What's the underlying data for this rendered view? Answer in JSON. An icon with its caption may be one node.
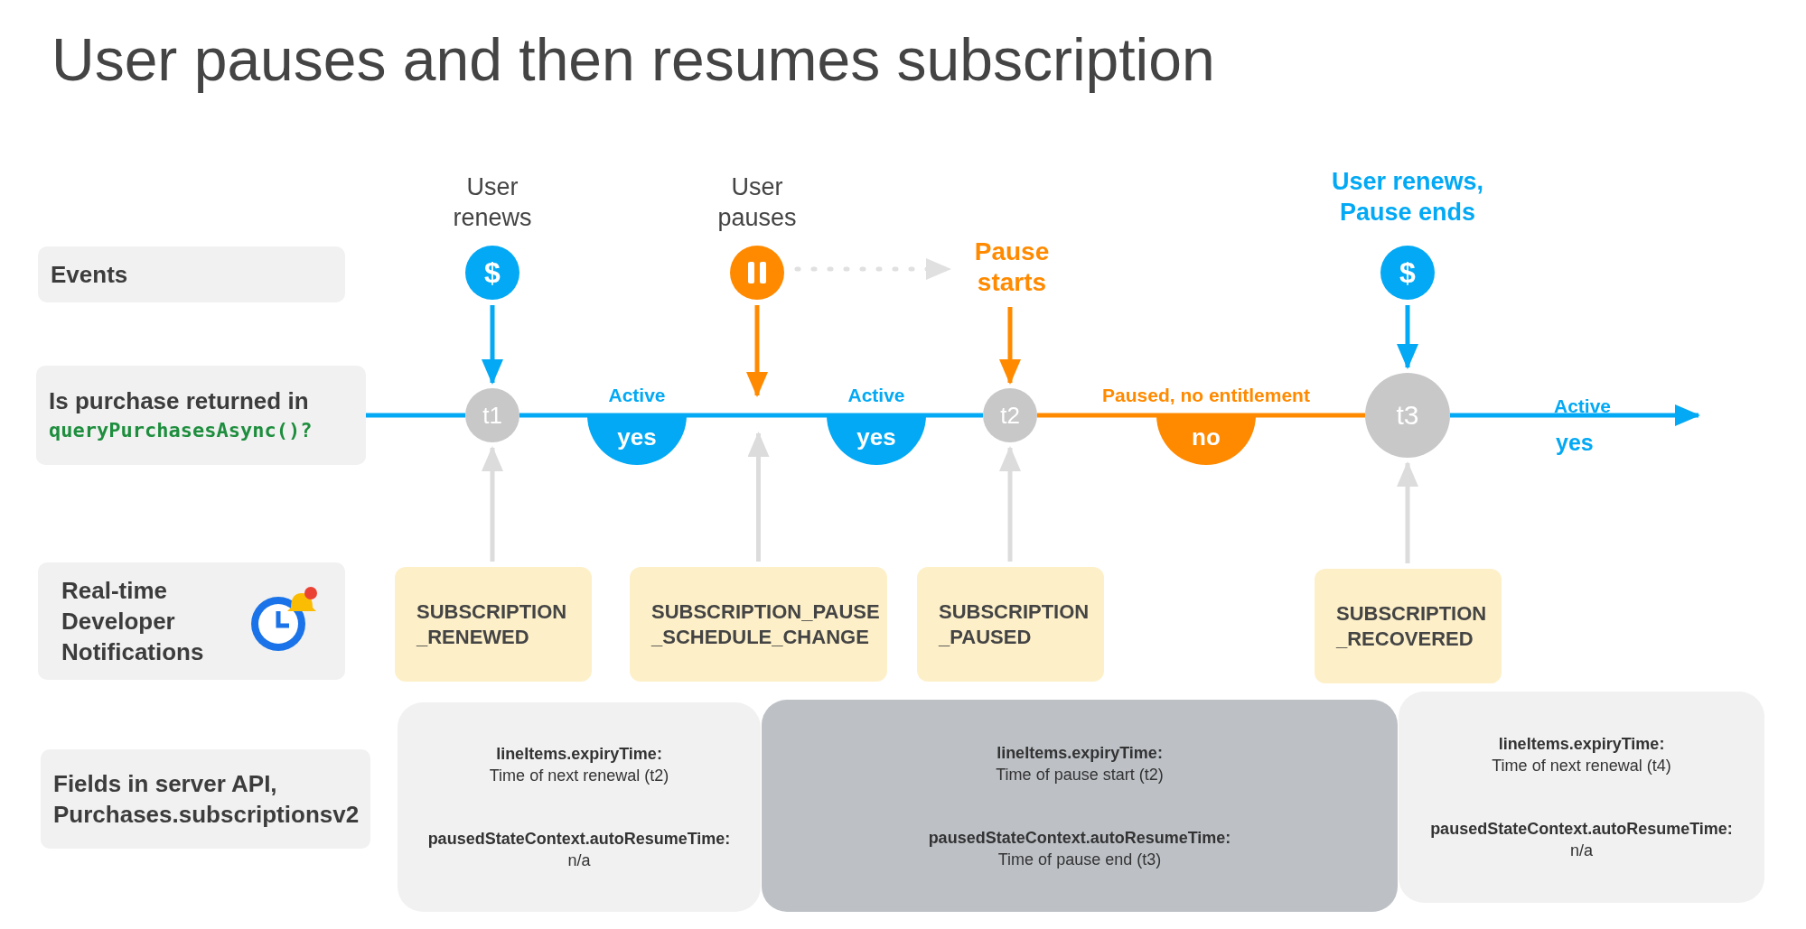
{
  "diagram": {
    "title": "User pauses and then resumes subscription",
    "nodes": [
      {
        "text": [
          "Events"
        ]
      },
      {
        "text": [
          "Is purchase returned in",
          "queryPurchasesAsync()?"
        ]
      },
      {
        "text": [
          "Real-time Developer Notifications"
        ]
      },
      {
        "text": [
          "Fields in server API, Purchases.subscriptionsv2"
        ]
      },
      {
        "text": [
          "$"
        ],
        "beside": [
          "User renews"
        ]
      },
      {
        "text": [],
        "shape": "circle",
        "beside": [
          "User pauses"
        ]
      },
      {
        "text": [
          "Pause starts"
        ]
      },
      {
        "text": [
          "$"
        ],
        "beside": [
          "User renews, Pause ends"
        ]
      },
      {
        "text": [
          "t1"
        ]
      },
      {
        "text": [
          "yes"
        ],
        "beside": [
          "Active"
        ]
      },
      {
        "text": [
          "yes"
        ],
        "beside": [
          "Active"
        ]
      },
      {
        "text": [
          "t2"
        ]
      },
      {
        "text": [
          "no"
        ],
        "beside": [
          "Paused, no entitlement"
        ]
      },
      {
        "text": [
          "t3"
        ]
      },
      {
        "text": [
          "SUBSCRIPTION _RENEWED"
        ]
      },
      {
        "text": [
          "SUBSCRIPTION_PAUSE _SCHEDULE_CHANGE"
        ]
      },
      {
        "text": [
          "SUBSCRIPTION _PAUSED"
        ]
      },
      {
        "text": [
          "SUBSCRIPTION _RECOVERED"
        ]
      },
      {
        "text": [
          "lineItems.expiryTime:",
          "Time of next renewal (t2)",
          "pausedStateContext.autoResumeTime:",
          "n/a"
        ]
      },
      {
        "text": [
          "lineItems.expiryTime:",
          "Time of pause start (t2)",
          "pausedStateContext.autoResumeTime:",
          "Time of pause end (t3)"
        ]
      },
      {
        "text": [
          "lineItems.expiryTime:",
          "Time of next renewal (t4)",
          "pausedStateContext.autoResumeTime:",
          "n/a"
        ]
      }
    ],
    "edges": [
      {
        "from": 1,
        "to": 8,
        "arrow": "none",
        "color": "#03a9f4"
      },
      {
        "from": 8,
        "to": 11,
        "arrow": "none",
        "color": "#03a9f4"
      },
      {
        "from": 11,
        "to": 13,
        "arrow": "none",
        "color": "#ff8a00"
      },
      {
        "from": 13,
        "to": null,
        "arrow": "to",
        "color": "#03a9f4"
      },
      {
        "from": 4,
        "to": 8,
        "arrow": "to",
        "color": "#03a9f4"
      },
      {
        "from": 5,
        "to": null,
        "arrow": "to",
        "color": "#ff8a00"
      },
      {
        "from": 5,
        "to": 6,
        "arrow": "to",
        "style": "dashed",
        "color": "#e0e0e0"
      },
      {
        "from": 6,
        "to": 11,
        "arrow": "to",
        "color": "#ff8a00"
      },
      {
        "from": 7,
        "to": 13,
        "arrow": "to",
        "color": "#03a9f4"
      },
      {
        "from": 14,
        "to": 8,
        "arrow": "to",
        "color": "#dcdcdc"
      },
      {
        "from": 15,
        "to": null,
        "arrow": "to",
        "color": "#dcdcdc"
      },
      {
        "from": 16,
        "to": 11,
        "arrow": "to",
        "color": "#dcdcdc"
      },
      {
        "from": 17,
        "to": 13,
        "arrow": "to",
        "color": "#dcdcdc"
      }
    ],
    "labels": [
      "Active",
      "yes"
    ]
  }
}
